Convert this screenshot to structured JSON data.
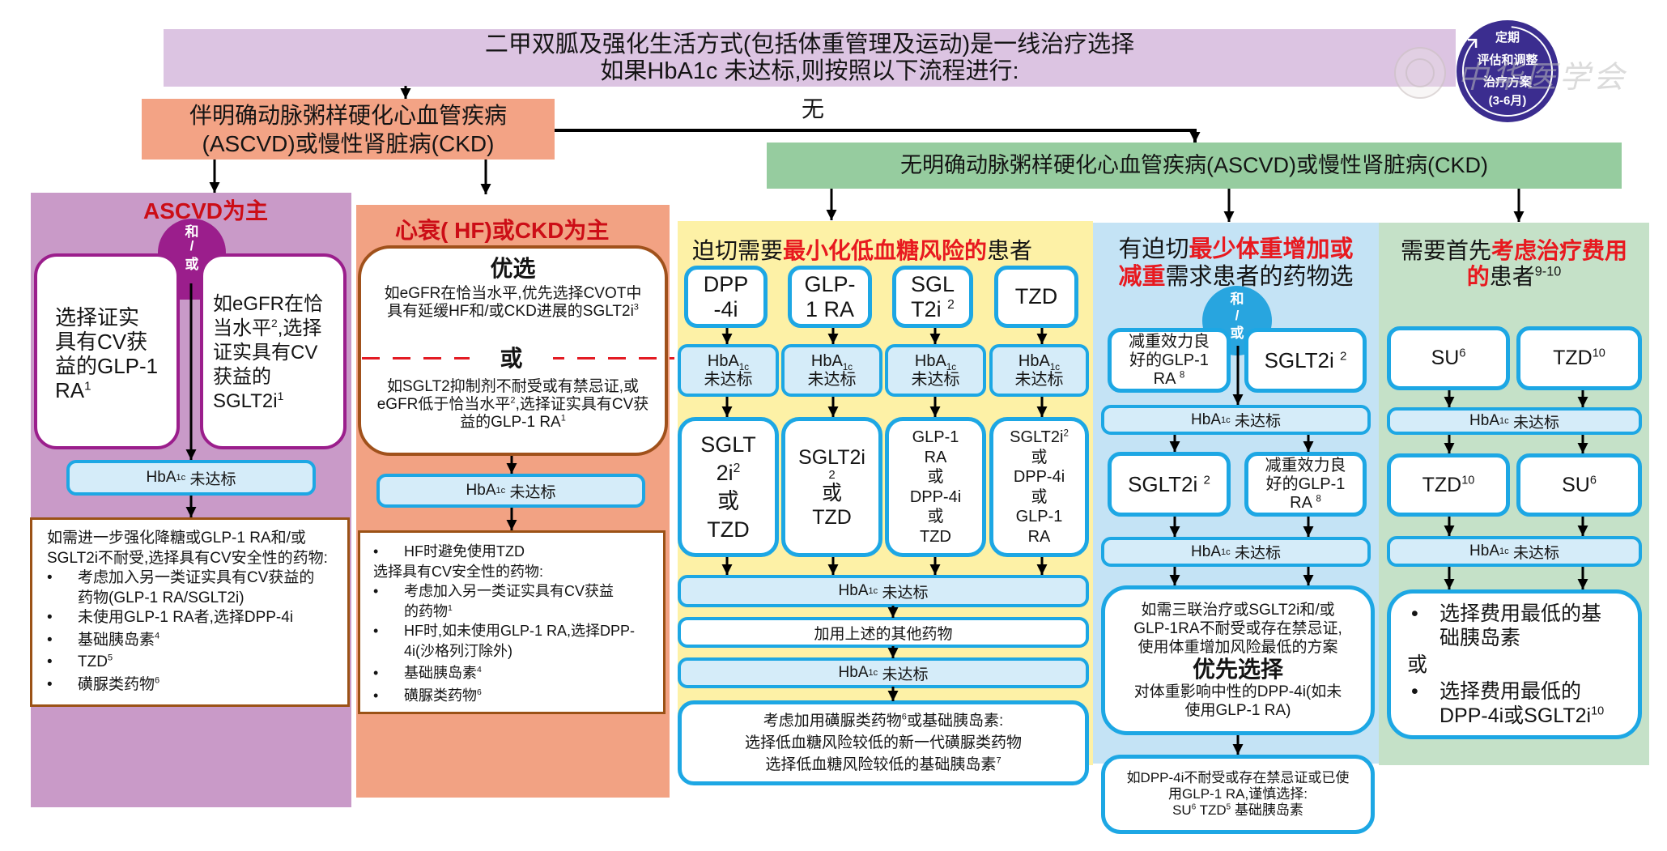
{
  "theme": {
    "highlight_red": "#e8191f",
    "title_red": "#cc0d16",
    "box_blue": "#1da7e4",
    "hba1c_fill": "#d5ecf9",
    "badge_indigo": "#3b2d8f",
    "ascvd_purple": "#9b1e8c",
    "weight_blue": "#28a5df"
  },
  "header": {
    "line1": "二甲双胍及强化生活方式(包括体重管理及运动)是一线治疗选择",
    "line2": "如果HbA1c 未达标,则按照以下流程进行:"
  },
  "badge": {
    "icon": "cycle-arrow-icon",
    "line1": "定期",
    "line2": "评估和调整",
    "line3": "治疗方案",
    "line4": "(3-6月)"
  },
  "watermark": {
    "text": "中华医学会"
  },
  "branch_with": {
    "line1": "伴明确动脉粥样硬化心血管疾病",
    "line2": "(ASCVD)或慢性肾脏病(CKD)"
  },
  "branch_none_label": "无",
  "branch_without": {
    "text": "无明确动脉粥样硬化心血管疾病(ASCVD)或慢性肾脏病(CKD)"
  },
  "hba1c": {
    "prefix": "HbA",
    "sub": "1c",
    "suffix": "未达标"
  },
  "and_or": {
    "top": "和",
    "mid": "/",
    "bottom": "或"
  },
  "bullet": "•",
  "ascvd": {
    "title": "ASCVD为主",
    "option_glp1": {
      "lines": [
        {
          "t": "选择证实"
        },
        {
          "t": "具有CV获"
        },
        {
          "t": "益的GLP-1"
        },
        {
          "t": "RA",
          "sup": "1"
        }
      ]
    },
    "option_sglt2": {
      "lines": [
        {
          "t": "如eGFR在恰"
        },
        {
          "t": "当水平",
          "sup": "2",
          "t2": ",选择"
        },
        {
          "t": "证实具有CV"
        },
        {
          "t": "获益的"
        },
        {
          "t": "SGLT2i",
          "sup": "1"
        }
      ]
    },
    "next": {
      "intro": [
        {
          "t": "如需进一步强化降糖或GLP-1 RA和/或"
        },
        {
          "t": "SGLT2i不耐受,选择具有CV安全性的药物:"
        }
      ],
      "bullets": [
        {
          "lines": [
            {
              "t": "考虑加入另一类证实具有CV获益的"
            },
            {
              "t": "药物(GLP-1 RA/SGLT2i)"
            }
          ]
        },
        {
          "lines": [
            {
              "t": "未使用GLP-1 RA者,选择DPP-4i"
            }
          ]
        },
        {
          "lines": [
            {
              "t": "基础胰岛素",
              "sup": "4"
            }
          ]
        },
        {
          "lines": [
            {
              "t": "TZD",
              "sup": "5"
            }
          ]
        },
        {
          "lines": [
            {
              "t": "磺脲类药物",
              "sup": "6"
            }
          ]
        }
      ]
    }
  },
  "hf_ckd": {
    "title": "心衰( HF)或CKD为主",
    "preferred": {
      "heading": "优选",
      "lines": [
        {
          "t": "如eGFR在恰当水平,优先选择CVOT中"
        },
        {
          "t": "具有延缓HF和/或CKD进展的SGLT2i",
          "sup": "3"
        }
      ],
      "or_label": "或",
      "alt_lines": [
        {
          "t": "如SGLT2抑制剂不耐受或有禁忌证,或"
        },
        {
          "t": "eGFR低于恰当水平",
          "sup": "2",
          "t2": ",选择证实具有CV获"
        },
        {
          "t": "益的GLP-1 RA",
          "sup": "1"
        }
      ]
    },
    "next": {
      "item1": {
        "t": "HF时避免使用TZD"
      },
      "subhead": {
        "t": "选择具有CV安全性的药物:"
      },
      "bullets": [
        {
          "lines": [
            {
              "t": "考虑加入另一类证实具有CV获益"
            },
            {
              "t": "的药物",
              "sup": "1"
            }
          ]
        },
        {
          "lines": [
            {
              "t": "HF时,如未使用GLP-1 RA,选择DPP-"
            },
            {
              "t": "4i(沙格列汀除外)"
            }
          ]
        },
        {
          "lines": [
            {
              "t": "基础胰岛素",
              "sup": "4"
            }
          ]
        },
        {
          "lines": [
            {
              "t": "磺脲类药物",
              "sup": "6"
            }
          ]
        }
      ]
    }
  },
  "hypo": {
    "title": {
      "pre": "迫切需要",
      "em": "最小化低血糖风险的",
      "post": "患者"
    },
    "columns": [
      {
        "start": {
          "lines": [
            {
              "t": "DPP"
            },
            {
              "t": "-4i"
            }
          ]
        },
        "next": {
          "lines": [
            {
              "t": "SGLT"
            },
            {
              "t": "2i",
              "sup": "2"
            },
            {
              "t": "或"
            },
            {
              "t": "TZD"
            }
          ]
        }
      },
      {
        "start": {
          "lines": [
            {
              "t": "GLP-"
            },
            {
              "t": "1 RA"
            }
          ]
        },
        "next": {
          "lines": [
            {
              "t": "SGLT2i"
            },
            {
              "sup": "2"
            },
            {
              "t": "或"
            },
            {
              "t": "TZD"
            }
          ]
        }
      },
      {
        "start": {
          "lines": [
            {
              "t": "SGL"
            },
            {
              "t": "T2i ",
              "sup": "2"
            }
          ]
        },
        "next": {
          "lines": [
            {
              "t": "GLP-1"
            },
            {
              "t": "RA"
            },
            {
              "t": "或"
            },
            {
              "t": "DPP-4i"
            },
            {
              "t": "或"
            },
            {
              "t": "TZD"
            }
          ]
        }
      },
      {
        "start": {
          "lines": [
            {
              "t": "TZD"
            }
          ]
        },
        "next": {
          "lines": [
            {
              "t": "SGLT2i",
              "sup": "2"
            },
            {
              "t": "或"
            },
            {
              "t": "DPP-4i"
            },
            {
              "t": "或"
            },
            {
              "t": "GLP-1"
            },
            {
              "t": "RA"
            }
          ]
        }
      }
    ],
    "add_other": "加用上述的其他药物",
    "final": {
      "lines": [
        {
          "t": "考虑加用磺脲类药物",
          "sup": "6",
          "t2": "或基础胰岛素:"
        },
        {
          "t": "选择低血糖风险较低的新一代磺脲类药物"
        },
        {
          "t": "选择低血糖风险较低的基础胰岛素",
          "sup": "7"
        }
      ]
    }
  },
  "weight": {
    "title": {
      "line1_pre": "有迫切",
      "line1_em": "最少体重增加或",
      "line2_em": "减重",
      "line2_post": "需求患者的药物选"
    },
    "step1": [
      {
        "lines": [
          {
            "t": "减重效力良"
          },
          {
            "t": "好的GLP-1"
          },
          {
            "t": "RA ",
            "sup": "8"
          }
        ]
      },
      {
        "lines": [
          {
            "t": "SGLT2i ",
            "sup": "2"
          }
        ]
      }
    ],
    "step2": [
      {
        "lines": [
          {
            "t": "SGLT2i ",
            "sup": "2"
          }
        ]
      },
      {
        "lines": [
          {
            "t": "减重效力良"
          },
          {
            "t": "好的GLP-1"
          },
          {
            "t": "RA ",
            "sup": "8"
          }
        ]
      }
    ],
    "step3": {
      "lines": [
        {
          "t": "如需三联治疗或SGLT2i和/或"
        },
        {
          "t": "GLP-1RA不耐受或存在禁忌证,"
        },
        {
          "t": "使用体重增加风险最低的方案"
        }
      ],
      "heading": "优先选择",
      "after": [
        {
          "t": "对体重影响中性的DPP-4i(如未"
        },
        {
          "t": "使用GLP-1 RA)"
        }
      ]
    },
    "step4": {
      "lines": [
        {
          "t": "如DPP-4i不耐受或存在禁忌证或已使"
        },
        {
          "t": "用GLP-1 RA,谨慎选择:"
        }
      ],
      "last": {
        "t": "SU",
        "sup": "6",
        "t2": " TZD",
        "sup2": "5",
        "t3": " 基础胰岛素"
      }
    }
  },
  "cost": {
    "title": {
      "line1_pre": "需要首先",
      "line1_em": "考虑治疗费用",
      "line2_em": "的",
      "line2_post": "患者",
      "line2_sup": "9-10"
    },
    "step1": [
      {
        "t": "SU",
        "sup": "6"
      },
      {
        "t": "TZD",
        "sup": "10"
      }
    ],
    "step2": [
      {
        "t": "TZD",
        "sup": "10"
      },
      {
        "t": "SU",
        "sup": "6"
      }
    ],
    "final": {
      "item1": {
        "lines": [
          {
            "t": "选择费用最低的基"
          },
          {
            "t": "础胰岛素"
          }
        ]
      },
      "or_label": "或",
      "item2": {
        "lines": [
          {
            "t": "选择费用最低的"
          },
          {
            "t": "DPP-4i或SGLT2i",
            "sup": "10"
          }
        ]
      }
    }
  }
}
